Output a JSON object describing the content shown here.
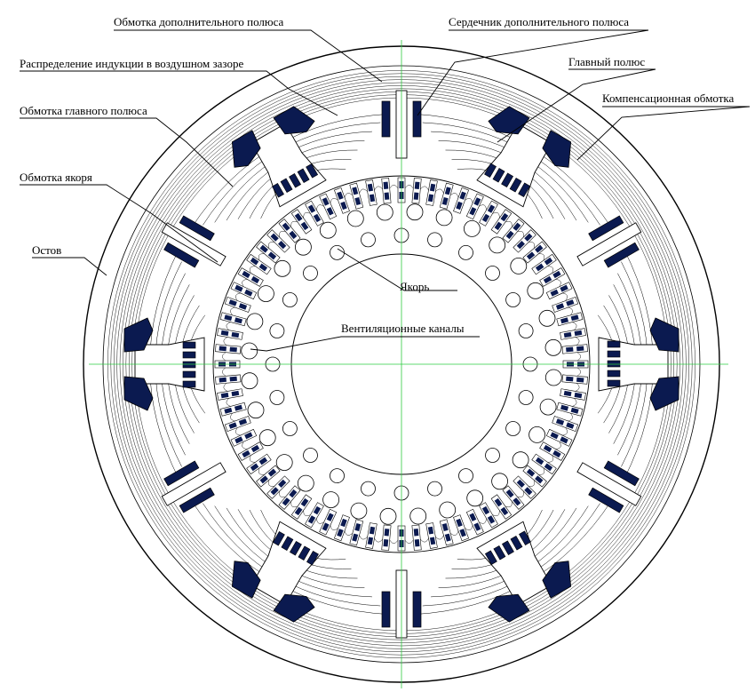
{
  "labels": {
    "aux_pole_winding": "Обмотка дополнительного полюса",
    "aux_pole_core": "Сердечник дополнительного полюса",
    "airgap_induction": "Распределение  индукции в воздушном зазоре",
    "main_pole": "Главный полюс",
    "compensation_winding": "Компенсационная обмотка",
    "main_pole_winding": "Обмотка главного полюса",
    "armature_winding": "Обмотка якоря",
    "frame": "Остов",
    "armature": "Якорь",
    "vent_channels": "Вентиляционные каналы"
  },
  "colors": {
    "line": "#000000",
    "winding": "#0b1a50",
    "axis": "#2ecc40",
    "background": "#ffffff"
  },
  "structure": {
    "main_poles": 6,
    "aux_poles": 6,
    "armature_slots": 72,
    "vent_channels_inner": 24,
    "vent_channels_outer": 32
  }
}
